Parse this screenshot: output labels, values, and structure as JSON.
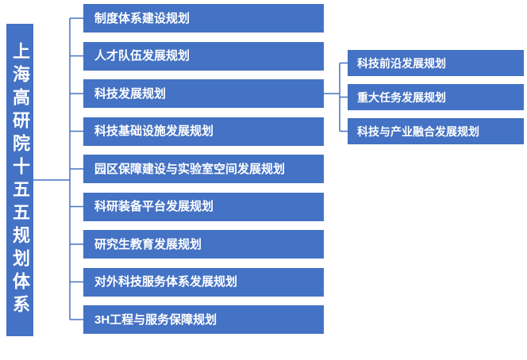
{
  "colors": {
    "box_fill": "#4472C4",
    "line": "#4472C4",
    "text_color": "#FFFFFF",
    "background": "#FFFFFF"
  },
  "root_label": "上海高研院十五五规划体系",
  "middle_items": [
    "制度体系建设规划",
    "人才队伍发展规划",
    "科技发展规划",
    "科技基础设施发展规划",
    "园区保障建设与实验室空间发展规划",
    "科研装备平台发展规划",
    "研究生教育发展规划",
    "对外科技服务体系发展规划",
    "3H工程与服务保障规划"
  ],
  "right_items": [
    "科技前沿发展规划",
    "重大任务发展规划",
    "科技与产业融合发展规划"
  ]
}
